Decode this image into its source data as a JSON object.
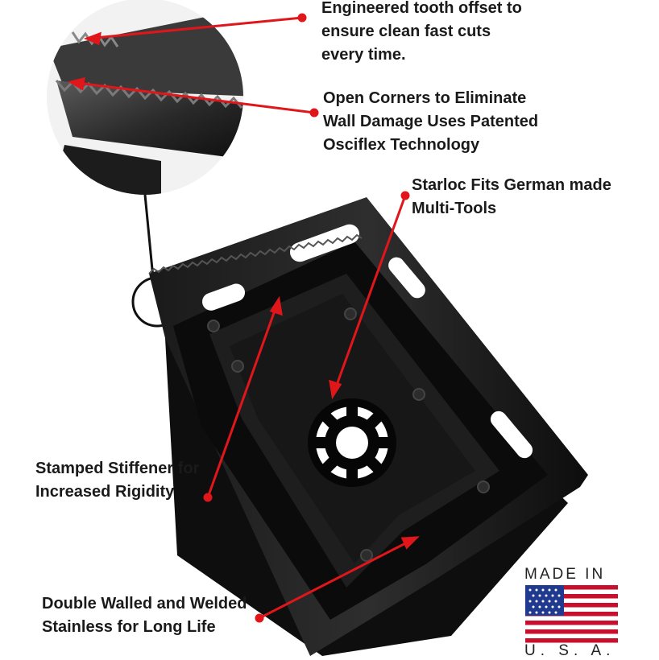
{
  "callouts": {
    "tooth_offset": [
      "Engineered tooth offset to",
      "ensure clean fast cuts",
      "every time."
    ],
    "open_corners": [
      "Open Corners to Eliminate",
      "Wall Damage Uses Patented",
      "Osciflex Technology"
    ],
    "starloc": [
      "Starloc Fits German made",
      "Multi-Tools"
    ],
    "stiffener": [
      "Stamped Stiffener for",
      "Increased Rigidity"
    ],
    "double_walled": [
      "Double Walled and Welded",
      "Stainless for Long Life"
    ]
  },
  "badge": {
    "top_text": "MADE IN",
    "bottom_text": "U. S. A."
  },
  "colors": {
    "leader_line": "#e0161b",
    "blade": "#111111",
    "flag_red": "#c8102e",
    "flag_blue": "#1f3a8f"
  }
}
